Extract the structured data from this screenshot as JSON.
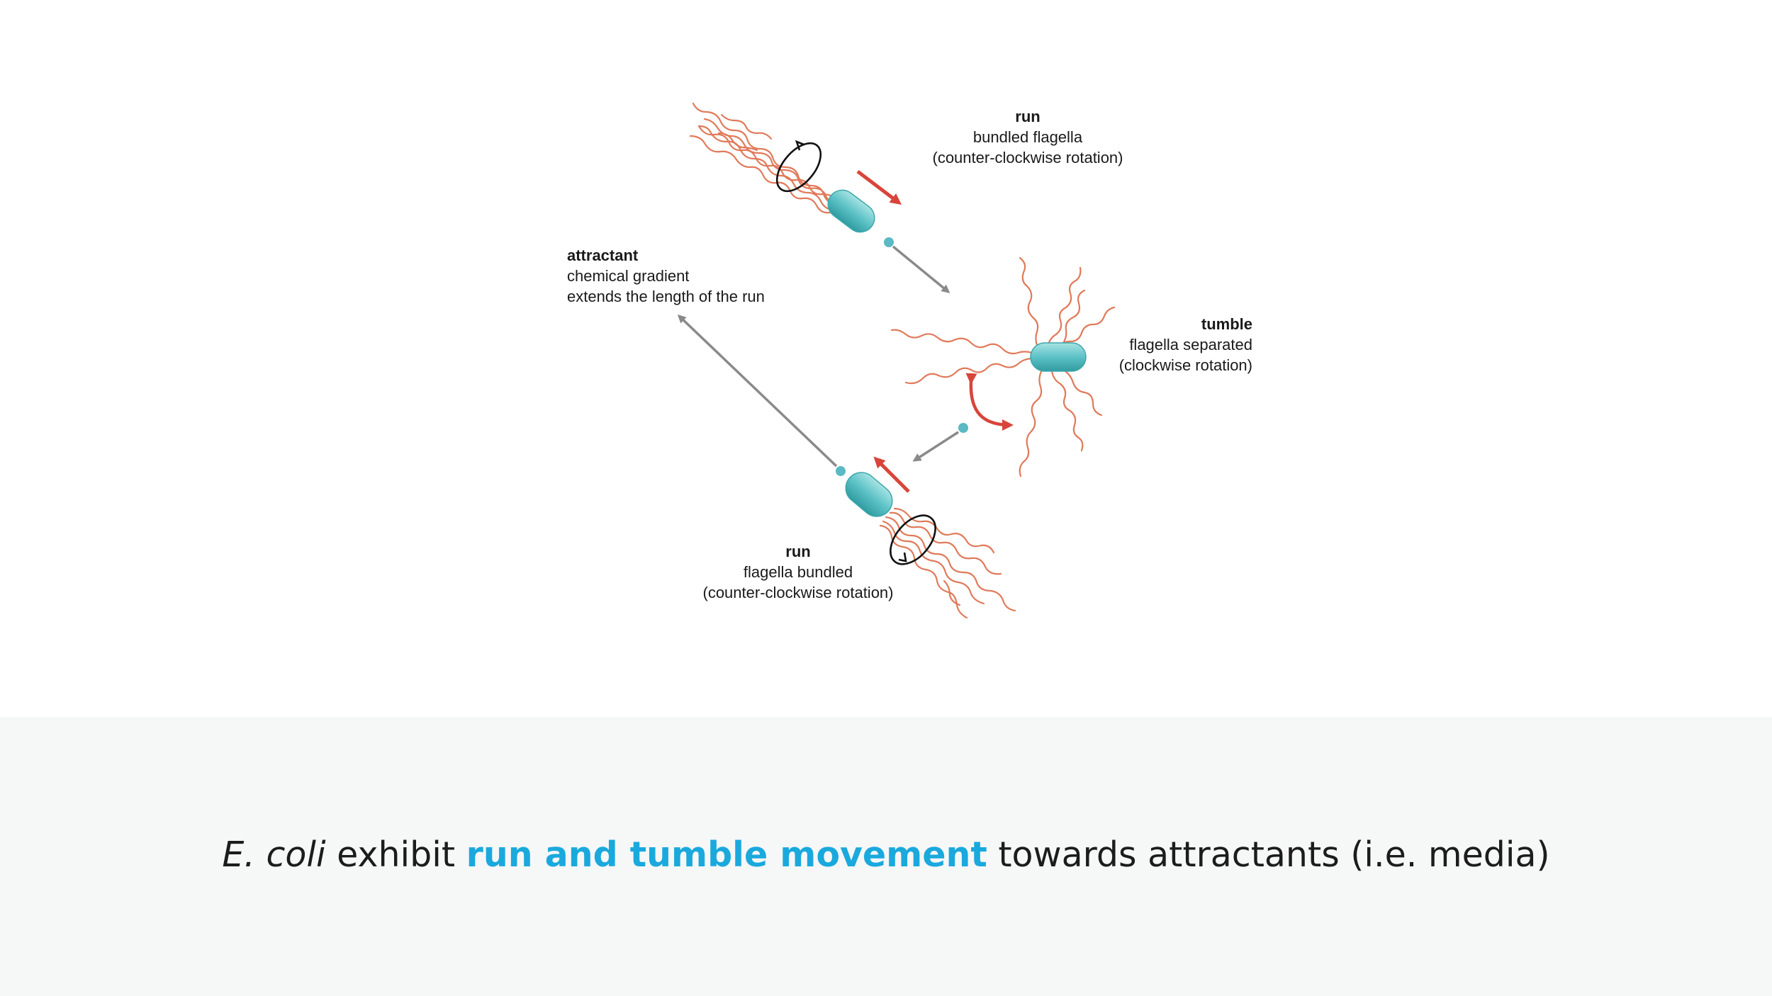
{
  "colors": {
    "cell_fill": "#5cc2c6",
    "flagella": "#e07a5a",
    "red_arrow": "#d8453a",
    "gray_arrow": "#8a8a8a",
    "dot": "#5ab9c4",
    "highlight": "#1aa9dd",
    "caption_band": "#f6f7f7"
  },
  "labels": {
    "run_top": {
      "title": "run",
      "line1": "bundled flagella",
      "line2": "(counter-clockwise rotation)"
    },
    "attractant": {
      "title": "attractant",
      "line1": "chemical gradient",
      "line2": "extends the length of the run"
    },
    "tumble": {
      "title": "tumble",
      "line1": "flagella separated",
      "line2": "(clockwise rotation)"
    },
    "run_bottom": {
      "title": "run",
      "line1": "flagella bundled",
      "line2": "(counter-clockwise rotation)"
    }
  },
  "caption": {
    "organism": "E. coli",
    "verb": " exhibit ",
    "highlight": "run and tumble movement",
    "rest": " towards attractants (i.e. media)"
  }
}
